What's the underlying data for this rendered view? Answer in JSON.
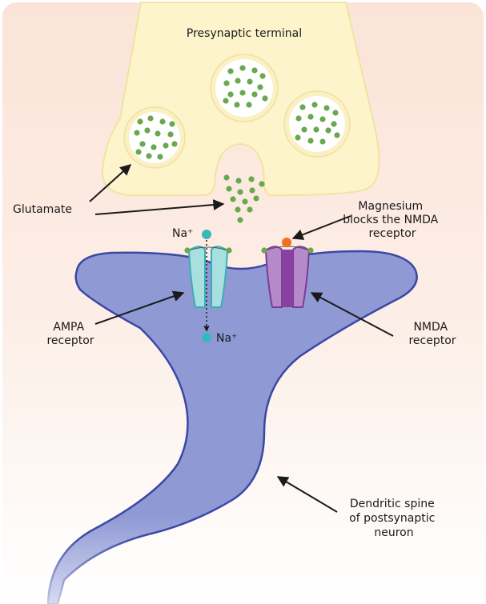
{
  "labels": {
    "presynaptic_terminal": "Presynaptic terminal",
    "glutamate": "Glutamate",
    "magnesium_line1": "Magnesium",
    "magnesium_line2": "blocks the NMDA",
    "magnesium_line3": "receptor",
    "na_top": "Na⁺",
    "na_bottom": "Na⁺",
    "ampa_line1": "AMPA",
    "ampa_line2": "receptor",
    "nmda_line1": "NMDA",
    "nmda_line2": "receptor",
    "spine_line1": "Dendritic spine",
    "spine_line2": "of postsynaptic",
    "spine_line3": "neuron"
  },
  "colors": {
    "background_top": "#fbe6dc",
    "background_bottom": "#ffffff",
    "presynaptic_fill": "#fdf5cc",
    "presynaptic_stroke": "#f4e7a6",
    "vesicle_fill": "#ffffff",
    "glutamate": "#6aa84f",
    "spine_fill": "#8f99d4",
    "spine_stroke": "#3b47a5",
    "ampa_fill": "#a8e0e0",
    "ampa_stroke": "#3aaeb3",
    "nmda_fill": "#b689c9",
    "nmda_stroke": "#7b3c98",
    "magnesium": "#f0701e",
    "sodium": "#39b7bf"
  }
}
